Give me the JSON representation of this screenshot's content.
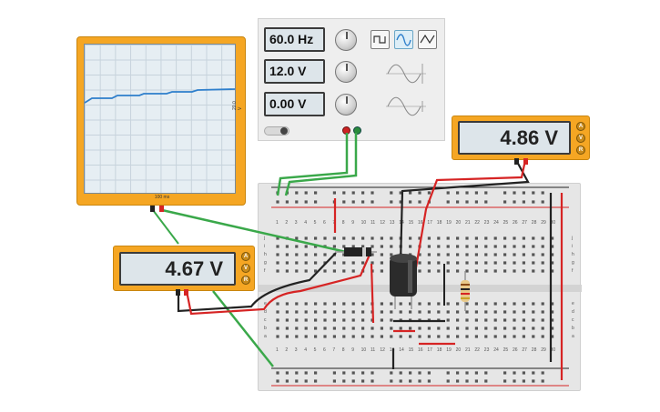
{
  "oscilloscope": {
    "time_label": "100 ms",
    "volt_label": "20.0 V"
  },
  "function_generator": {
    "frequency": "60.0 Hz",
    "amplitude": "12.0 V",
    "offset": "0.00 V",
    "selected_wave": "sine",
    "wave_buttons": [
      "square",
      "sine",
      "triangle"
    ]
  },
  "multimeter_top": {
    "reading": "4.86 V",
    "modes": [
      "A",
      "V",
      "R"
    ]
  },
  "multimeter_left": {
    "reading": "4.67 V",
    "modes": [
      "A",
      "V",
      "R"
    ]
  },
  "breadboard": {
    "row_letters_top": [
      "j",
      "i",
      "h",
      "g",
      "f"
    ],
    "row_letters_bottom": [
      "e",
      "d",
      "c",
      "b",
      "a"
    ],
    "column_numbers": [
      "1",
      "2",
      "3",
      "4",
      "5",
      "6",
      "7",
      "8",
      "9",
      "10",
      "11",
      "12",
      "13",
      "14",
      "15",
      "16",
      "17",
      "18",
      "19",
      "20",
      "21",
      "22",
      "23",
      "24",
      "25",
      "26",
      "27",
      "28",
      "29",
      "30"
    ]
  },
  "colors": {
    "case": "#f5a623",
    "wire_red": "#d62424",
    "wire_green": "#3aa84a",
    "wire_black": "#222222",
    "trace": "#2e7fcc"
  }
}
